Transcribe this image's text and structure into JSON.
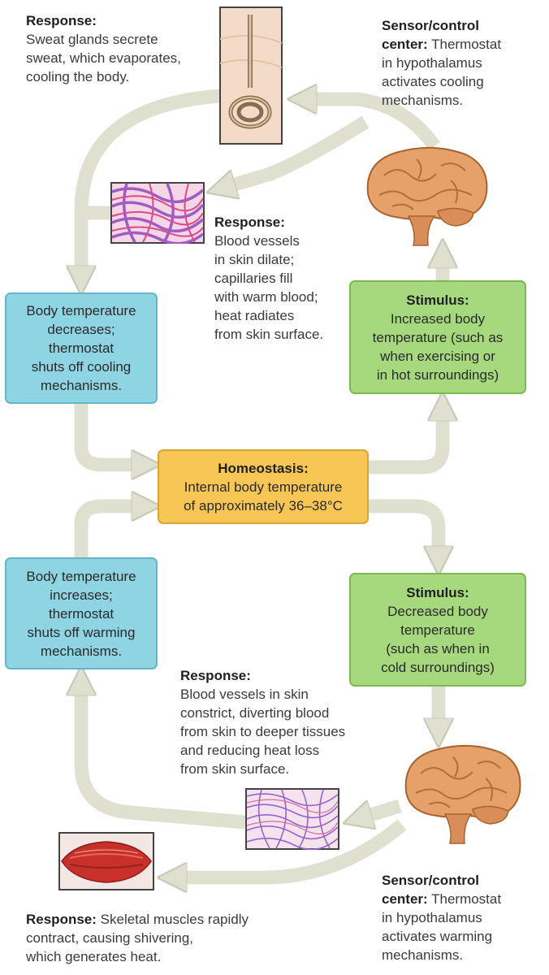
{
  "diagram": {
    "homeostasis": {
      "title": "Homeostasis:",
      "lines": [
        "Internal body temperature",
        "of approximately 36–38°C"
      ]
    },
    "stimulus_hot": {
      "title": "Stimulus:",
      "lines": [
        "Increased body",
        "temperature (such as",
        "when exercising or",
        "in hot surroundings)"
      ]
    },
    "stimulus_cold": {
      "title": "Stimulus:",
      "lines": [
        "Decreased body",
        "temperature",
        "(such as when in",
        "cold surroundings)"
      ]
    },
    "feedback_cooling": {
      "lines": [
        "Body temperature",
        "decreases;",
        "thermostat",
        "shuts off cooling",
        "mechanisms."
      ]
    },
    "feedback_warming": {
      "lines": [
        "Body temperature",
        "increases;",
        "thermostat",
        "shuts off warming",
        "mechanisms."
      ]
    },
    "sensor_top": {
      "bold": [
        "Sensor/control",
        "center:"
      ],
      "rest_first": "Thermostat",
      "lines": [
        "in hypothalamus",
        "activates cooling",
        "mechanisms."
      ]
    },
    "sensor_bottom": {
      "bold": [
        "Sensor/control",
        "center:"
      ],
      "rest_first": "Thermostat",
      "lines": [
        "in hypothalamus",
        "activates warming",
        "mechanisms."
      ]
    },
    "response_sweat": {
      "bold": "Response:",
      "lines": [
        "Sweat glands secrete",
        "sweat, which evaporates,",
        "cooling the body."
      ]
    },
    "response_dilate": {
      "bold": "Response:",
      "lines": [
        "Blood vessels",
        "in skin dilate;",
        "capillaries fill",
        "with warm blood;",
        "heat radiates",
        "from skin surface."
      ]
    },
    "response_constrict": {
      "bold": "Response:",
      "lines": [
        "Blood vessels in skin",
        "constrict, diverting blood",
        "from skin to deeper tissues",
        "and reducing heat loss",
        "from skin surface."
      ]
    },
    "response_shiver": {
      "bold": "Response:",
      "first_rest": "Skeletal muscles rapidly",
      "lines": [
        "contract, causing shivering,",
        "which generates heat."
      ]
    },
    "colors": {
      "arrow": "#dfe0cf",
      "arrow_edge": "#c9cab5",
      "feedback_box": "#8fd4e3",
      "stimulus_box": "#a6d97e",
      "homeostasis_box": "#f7c655"
    }
  }
}
